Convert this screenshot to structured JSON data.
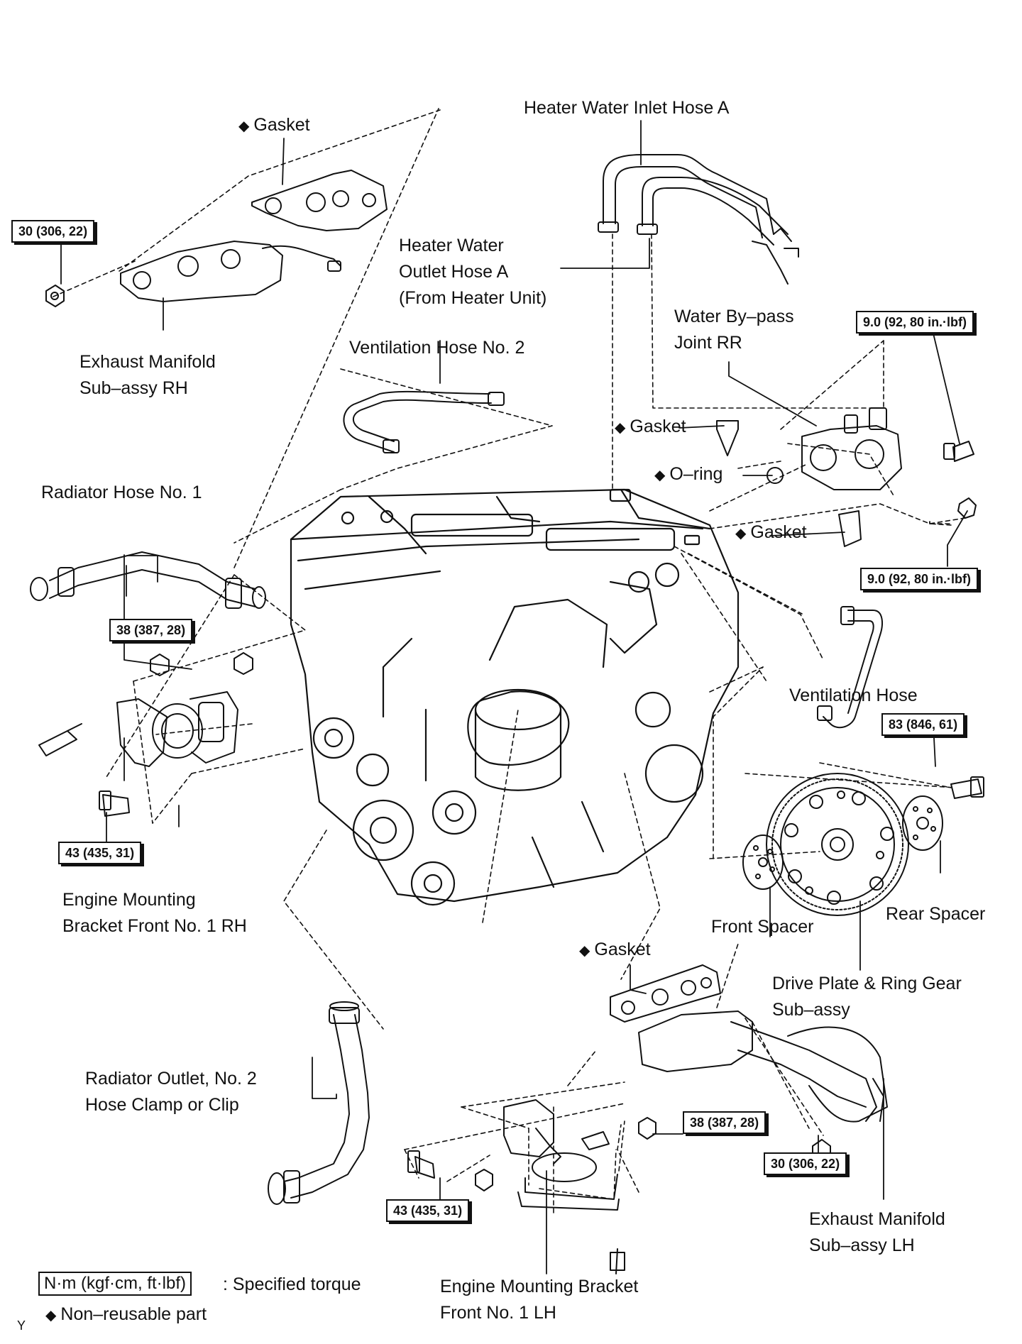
{
  "labels": {
    "gasket_rh": "Gasket",
    "exhaust_rh_1": "Exhaust Manifold",
    "exhaust_rh_2": "Sub–assy RH",
    "heater_inlet": "Heater Water Inlet Hose A",
    "heater_outlet_1": "Heater Water",
    "heater_outlet_2": "Outlet Hose A",
    "heater_outlet_3": "(From Heater Unit)",
    "vent_hose_2": "Ventilation Hose No. 2",
    "water_bypass_1": "Water By–pass",
    "water_bypass_2": "Joint RR",
    "gasket_bypass_top": "Gasket",
    "oring": "O–ring",
    "gasket_bypass_bottom": "Gasket",
    "radiator_hose": "Radiator Hose No. 1",
    "vent_hose": "Ventilation Hose",
    "mount_rh_1": "Engine Mounting",
    "mount_rh_2": "Bracket Front No. 1 RH",
    "front_spacer": "Front Spacer",
    "rear_spacer": "Rear Spacer",
    "drive_plate_1": "Drive Plate & Ring Gear",
    "drive_plate_2": "Sub–assy",
    "gasket_lh": "Gasket",
    "radiator_outlet_1": "Radiator Outlet, No. 2",
    "radiator_outlet_2": "Hose Clamp or Clip",
    "exhaust_lh_1": "Exhaust Manifold",
    "exhaust_lh_2": "Sub–assy LH",
    "mount_lh_1": "Engine Mounting Bracket",
    "mount_lh_2": "Front No. 1 LH"
  },
  "torques": {
    "t_exh_rh": "30 (306, 22)",
    "t_bypass_top": "9.0 (92, 80 in.·lbf)",
    "t_bypass_bottom": "9.0 (92, 80 in.·lbf)",
    "t_mount_rh_top": "38 (387, 28)",
    "t_mount_rh_bottom": "43 (435, 31)",
    "t_drive_plate": "83 (846, 61)",
    "t_mount_lh_nut": "38 (387, 28)",
    "t_exh_lh": "30 (306, 22)",
    "t_mount_lh_bolt": "43 (435, 31)"
  },
  "legend": {
    "torque_unit": "N·m (kgf·cm, ft·lbf)",
    "torque_desc": ": Specified torque",
    "nonreusable": "Non–reusable part",
    "diamond": "◆",
    "code": "Y"
  }
}
